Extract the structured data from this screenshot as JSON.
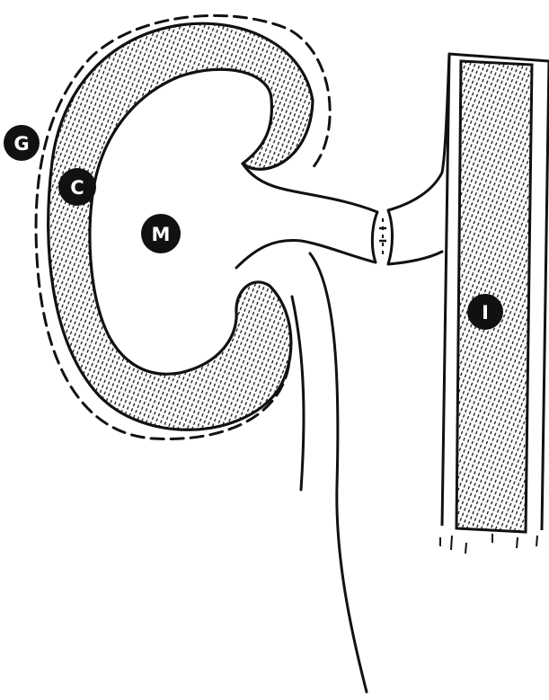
{
  "labels": {
    "g": "G",
    "c": "C",
    "m": "M",
    "i": "I"
  },
  "colors": {
    "ink": "#111111",
    "background": "#ffffff"
  }
}
